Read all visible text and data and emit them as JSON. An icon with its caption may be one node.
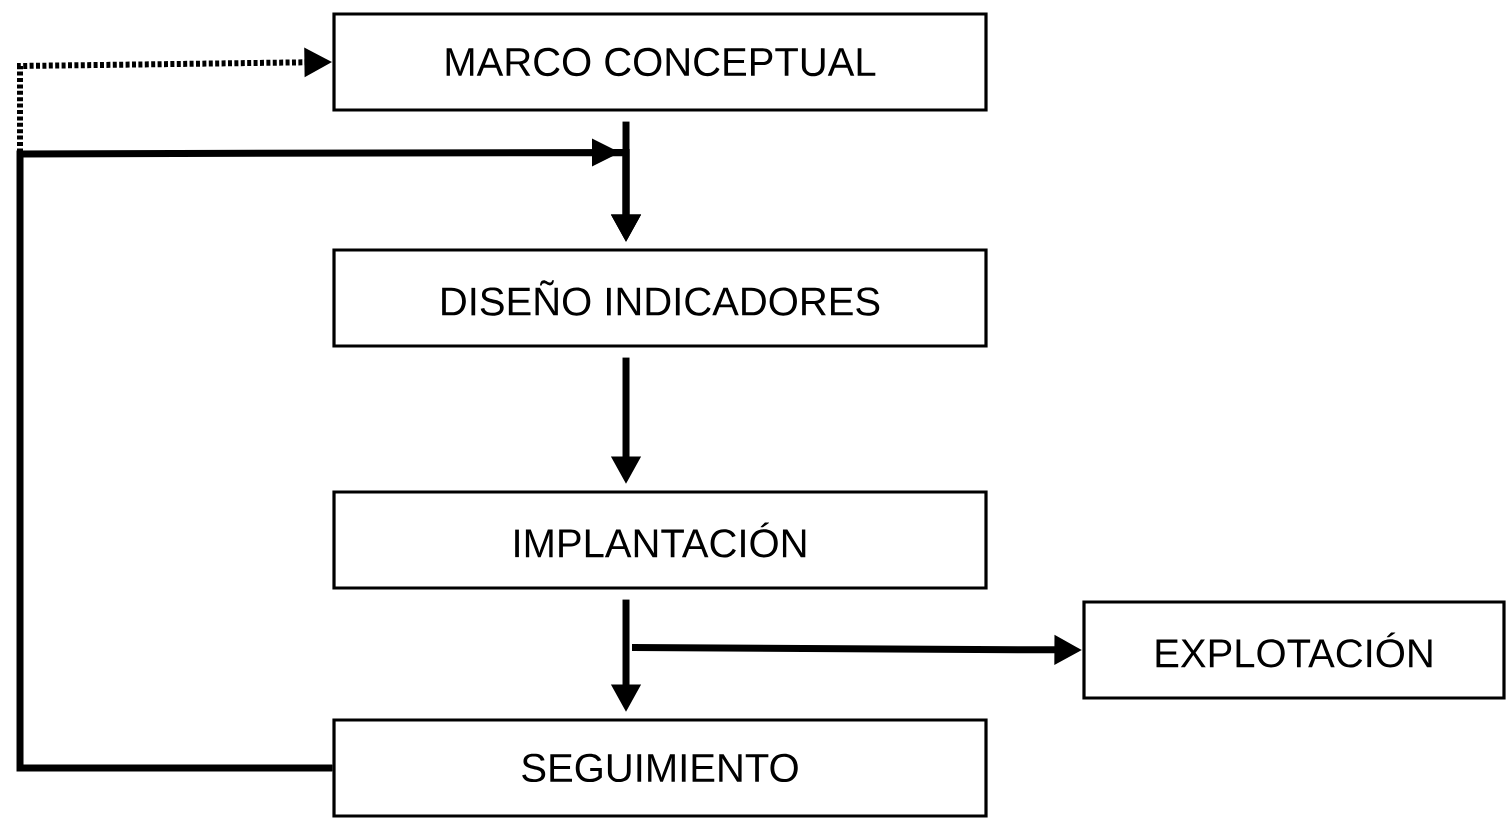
{
  "diagram": {
    "nodes": [
      {
        "text": [
          "MARCO CONCEPTUAL"
        ]
      },
      {
        "text": [
          "DISEÑO INDICADORES"
        ]
      },
      {
        "text": [
          "IMPLANTACIÓN"
        ]
      },
      {
        "text": [
          "SEGUIMIENTO"
        ]
      },
      {
        "text": [
          "EXPLOTACIÓN"
        ]
      }
    ],
    "edges": [
      {
        "from": 0,
        "to": 1,
        "arrow": "to"
      },
      {
        "from": 1,
        "to": 2,
        "arrow": "to"
      },
      {
        "from": 2,
        "to": 3,
        "arrow": "to"
      },
      {
        "from": 2,
        "to": 4,
        "arrow": "to"
      },
      {
        "from": 3,
        "to": 1,
        "arrow": "to"
      },
      {
        "from": 3,
        "to": 0,
        "arrow": "to",
        "style": "dashed"
      }
    ]
  }
}
